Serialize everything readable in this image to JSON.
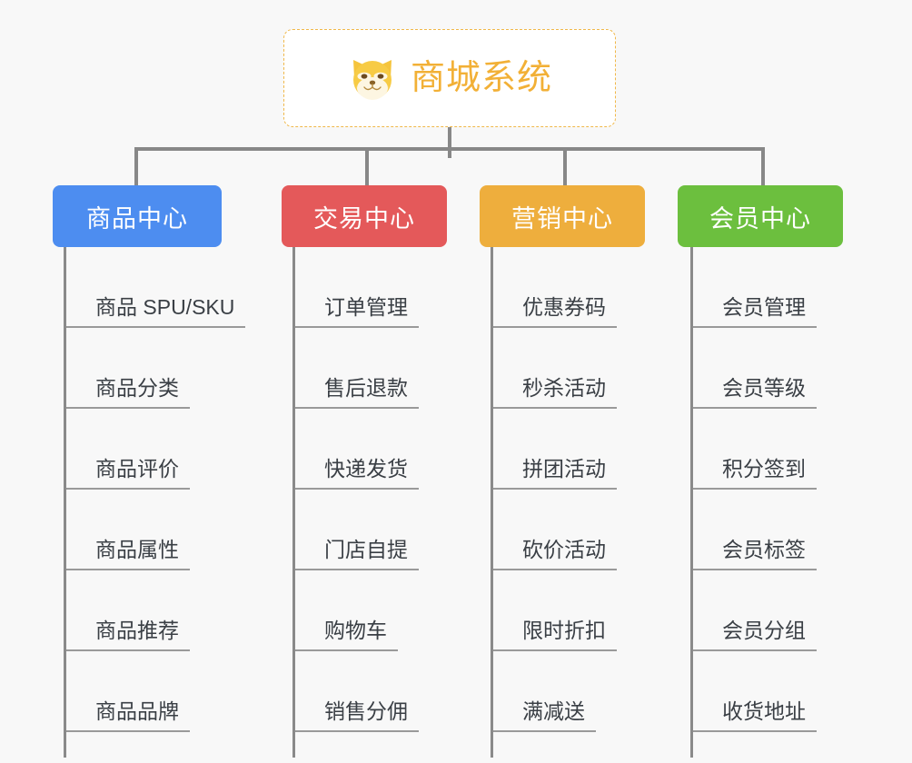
{
  "background_color": "#f8f8f8",
  "root": {
    "title": "商城系统",
    "icon": "shiba-inu-icon",
    "text_color": "#f2b036",
    "border_color": "#f0b84a",
    "background": "#ffffff"
  },
  "connector_color": "#888888",
  "leaf_text_color": "#3a3f45",
  "leaf_underline_color": "#9a9a9a",
  "columns": [
    {
      "title": "商品中心",
      "color": "#4d8df0",
      "items": [
        "商品 SPU/SKU",
        "商品分类",
        "商品评价",
        "商品属性",
        "商品推荐",
        "商品品牌"
      ]
    },
    {
      "title": "交易中心",
      "color": "#e4595a",
      "items": [
        "订单管理",
        "售后退款",
        "快递发货",
        "门店自提",
        "购物车",
        "销售分佣"
      ]
    },
    {
      "title": "营销中心",
      "color": "#eeae3d",
      "items": [
        "优惠券码",
        "秒杀活动",
        "拼团活动",
        "砍价活动",
        "限时折扣",
        "满减送"
      ]
    },
    {
      "title": "会员中心",
      "color": "#6cbf3e",
      "items": [
        "会员管理",
        "会员等级",
        "积分签到",
        "会员标签",
        "会员分组",
        "收货地址"
      ]
    }
  ]
}
